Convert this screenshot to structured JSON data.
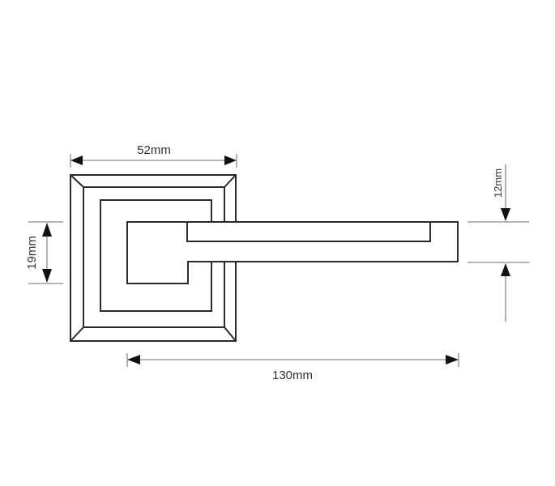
{
  "drawing": {
    "subject": "lever door handle on square rose",
    "colors": {
      "outline": "#2a2a2a",
      "dimension_line": "#8a8a8a",
      "arrowhead": "#111111",
      "text": "#333333",
      "background": "#ffffff"
    },
    "dimensions": {
      "rose_width": {
        "label": "52mm",
        "value": 52,
        "unit": "mm",
        "orientation": "horizontal"
      },
      "spindle_height": {
        "label": "19mm",
        "value": 19,
        "unit": "mm",
        "orientation": "vertical"
      },
      "lever_thickness": {
        "label": "12mm",
        "value": 12,
        "unit": "mm",
        "orientation": "vertical"
      },
      "lever_length": {
        "label": "130mm",
        "value": 130,
        "unit": "mm",
        "orientation": "horizontal"
      }
    }
  }
}
